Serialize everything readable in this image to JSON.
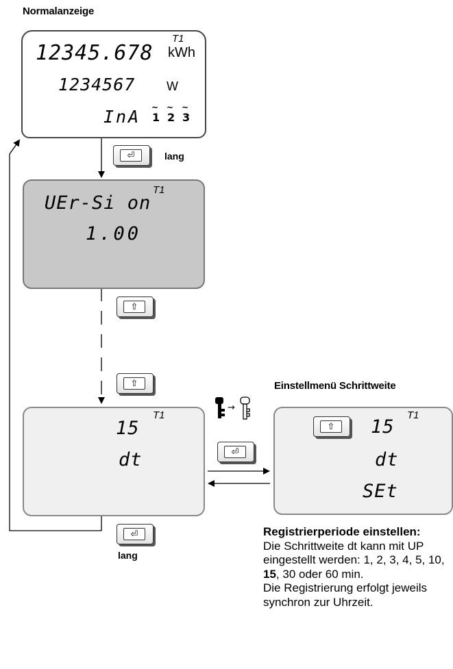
{
  "headings": {
    "normal": "Normalanzeige",
    "settings": "Einstellmenü Schrittweite"
  },
  "display_normal": {
    "energy": "12345.678",
    "energy_unit": "kWh",
    "tariff": "T1",
    "power": "1234567",
    "power_unit": "W",
    "status": "InA",
    "phases": [
      "1",
      "2",
      "3"
    ]
  },
  "display_version": {
    "line1": "UEr-Si on",
    "line2": "1.00",
    "tariff": "T1"
  },
  "display_dt": {
    "value": "15",
    "label": "dt",
    "tariff": "T1"
  },
  "display_settings": {
    "value": "15",
    "label": "dt",
    "action": "SEt",
    "tariff": "T1"
  },
  "keys": {
    "enter_symbol": "⏎",
    "up_symbol": "⇧"
  },
  "labels": {
    "long_top": "lang",
    "long_bottom": "lang"
  },
  "icons": {
    "lock": "closed-key-icon",
    "unlock": "open-key-icon",
    "arrow": "→"
  },
  "description": {
    "title": "Registrierperiode einstellen:",
    "line_a": "Die Schrittweite dt kann mit UP eingestellt werden: 1, 2, 3, 4, 5, 10, ",
    "line_bold": "15",
    "line_b": ", 30 oder 60 min.",
    "line_c": "Die Registrierung erfolgt jeweils synchron zur Uhrzeit."
  }
}
